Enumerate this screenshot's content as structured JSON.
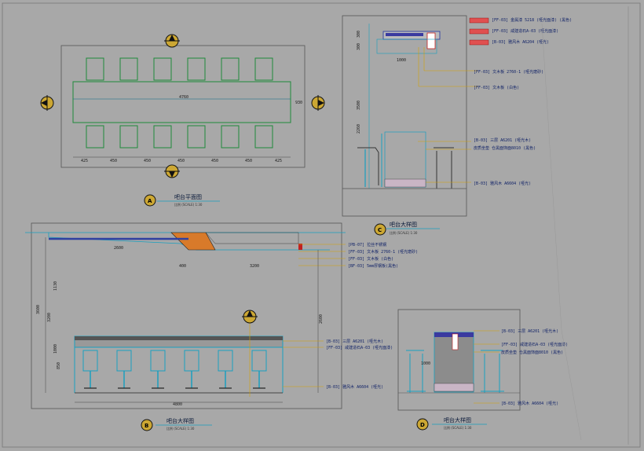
{
  "plan": {
    "top_dims": [
      "425",
      "450",
      "450",
      "450",
      "450",
      "450",
      "425"
    ],
    "table_len": "4760",
    "table_w": "930",
    "title": "吧台平面图",
    "scale": "比例 (SCALE) 1:30",
    "badge": "A"
  },
  "section_c": {
    "legend": [
      "[FF-03] 金属漆 5218 (哑光面漆) (黑色)",
      "[FF-03] 咸建造石A-03 (哑光面漆)",
      "[B-03] 雅风木 A6204 (哑光)"
    ],
    "callouts": [
      "[FF-03] 文木板 2760-1 (哑光磨砂)",
      "[FF-03] 文木板 (白色)",
      "[B-03] 三层 A6201 (哑光木)",
      "皮质坐垫 仓黑面饰面8010 (黑色)",
      "[B-03] 雅风木 A6604 (哑光)"
    ],
    "dims_v": [
      "300",
      "300",
      "3500",
      "2260"
    ],
    "dim_top": "1000",
    "title": "吧台大样图",
    "scale": "比例 (SCALE) 1:30",
    "badge": "C"
  },
  "elev_b": {
    "top_callouts": [
      "[PB-07] 拉丝不锈钢",
      "[FF-03] 文木板 2760-1 (哑光磨砂)",
      "[FF-03] 文木板 (白色)",
      "[BF-03] 5mm厚钢板(黑色)"
    ],
    "side_callouts": [
      "[B-03] 三层 A6201 (哑光木)",
      "[FF-03] 咸建造石A-03 (哑光面漆)",
      "[B-03] 雅风木 A6604 (哑光)"
    ],
    "dims": [
      "2600",
      "400",
      "3200",
      "4800"
    ],
    "vdims": [
      "3600",
      "1130",
      "3200",
      "1000",
      "850",
      "2600"
    ],
    "title": "吧台大样图",
    "scale": "比例 (SCALE) 1:30",
    "badge": "B"
  },
  "detail_d": {
    "callouts": [
      "[B-03] 三层 A6201 (哑光木)",
      "[FF-03] 咸建造石A-03 (哑光面漆)",
      "皮质坐垫 仓黑面饰面8010 (黑色)",
      "[B-03] 雅风木 A6604 (哑光)"
    ],
    "vdim": "1000",
    "title": "吧台大样图",
    "scale": "比例 (SCALE) 1:30",
    "badge": "D"
  }
}
